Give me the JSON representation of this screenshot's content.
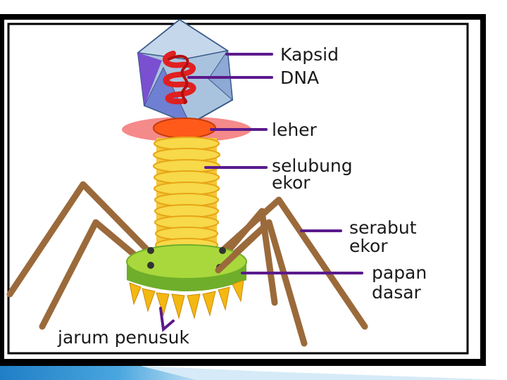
{
  "diagram": {
    "labels": {
      "kapsid": "Kapsid",
      "dna": "DNA",
      "leher": "leher",
      "selubung_line1": "selubung",
      "selubung_line2": "ekor",
      "serabut_line1": "serabut",
      "serabut_line2": "ekor",
      "papan_line1": "papan",
      "papan_line2": "dasar",
      "jarum": "jarum penusuk"
    },
    "colors": {
      "frame": "#000000",
      "background": "#ffffff",
      "pointer_line": "#5b1a8c",
      "label_text": "#1a1a1a",
      "capsid_face": "#a9c3de",
      "capsid_dark": "#6f7fd1",
      "capsid_violet": "#7a4fd0",
      "dna": "#e02020",
      "collar_disc": "#f58a8a",
      "collar_ring": "#ff5a1a",
      "sheath": "#f7d94a",
      "sheath_ring": "#e7a516",
      "baseplate": "#a9d83c",
      "baseplate_dark": "#6fae2a",
      "spikes": "#f4b812",
      "tail_fibers": "#9b6a3b",
      "banner_blue": "#1f7fc6"
    }
  }
}
